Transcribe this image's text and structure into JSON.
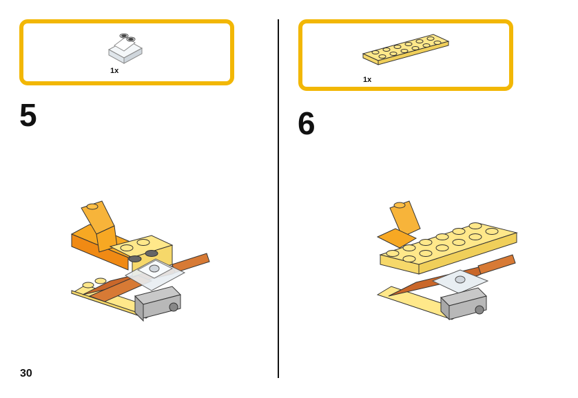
{
  "page": {
    "number": "30"
  },
  "steps": [
    {
      "number": "5",
      "part_quantity": "1x",
      "part_icon": "transparent-slope-brick-icon",
      "build_icon": "plane-assembly-step-5-icon"
    },
    {
      "number": "6",
      "part_quantity": "1x",
      "part_icon": "yellow-2x6-plate-icon",
      "build_icon": "plane-assembly-step-6-icon"
    }
  ],
  "colors": {
    "frame": "#f2b705",
    "orange": "#f7a823",
    "light_yellow": "#ffe88a",
    "brown": "#c9672a",
    "gray": "#b8b8b8",
    "trans_clear": "#e8eef2"
  }
}
